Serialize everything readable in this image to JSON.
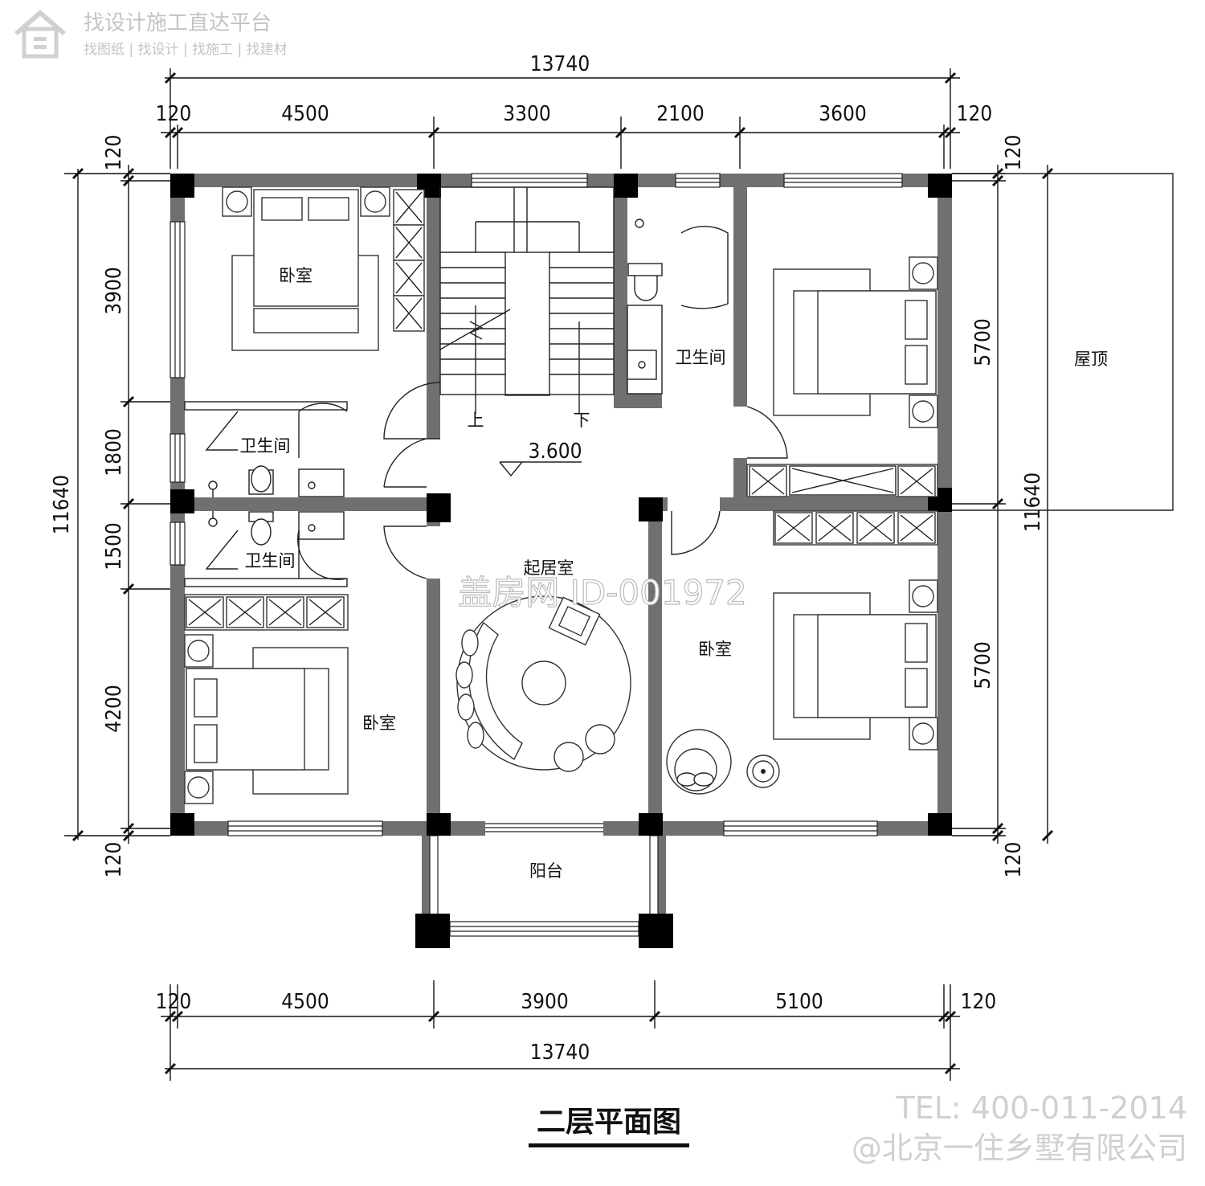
{
  "watermark": {
    "brand": "找设计施工直达平台",
    "links": "找图纸 | 找设计 | 找施工 | 找建材",
    "plan_id": "盖房网 ID-001972",
    "phone": "TEL: 400-011-2014",
    "company": "@北京一住乡墅有限公司"
  },
  "title": "二层平面图",
  "dimensions": {
    "top_total": "13740",
    "top_segments": [
      "120",
      "4500",
      "3300",
      "2100",
      "3600",
      "120"
    ],
    "bottom_segments": [
      "120",
      "4500",
      "3900",
      "5100",
      "120"
    ],
    "bottom_total": "13740",
    "left_total": "11640",
    "left_segments": [
      "120",
      "3900",
      "1800",
      "1500",
      "4200",
      "120"
    ],
    "right_total": "11640",
    "right_segments": [
      "120",
      "5700",
      "5700",
      "120"
    ]
  },
  "rooms": {
    "bedroom_nw": "卧室",
    "bath_w1": "卫生间",
    "bath_w2": "卫生间",
    "bedroom_sw": "卧室",
    "bath_n": "卫生间",
    "living": "起居室",
    "bedroom_se": "卧室",
    "balcony": "阳台",
    "roof": "屋顶"
  },
  "stair": {
    "up": "上",
    "down": "下"
  },
  "elevation": "3.600"
}
